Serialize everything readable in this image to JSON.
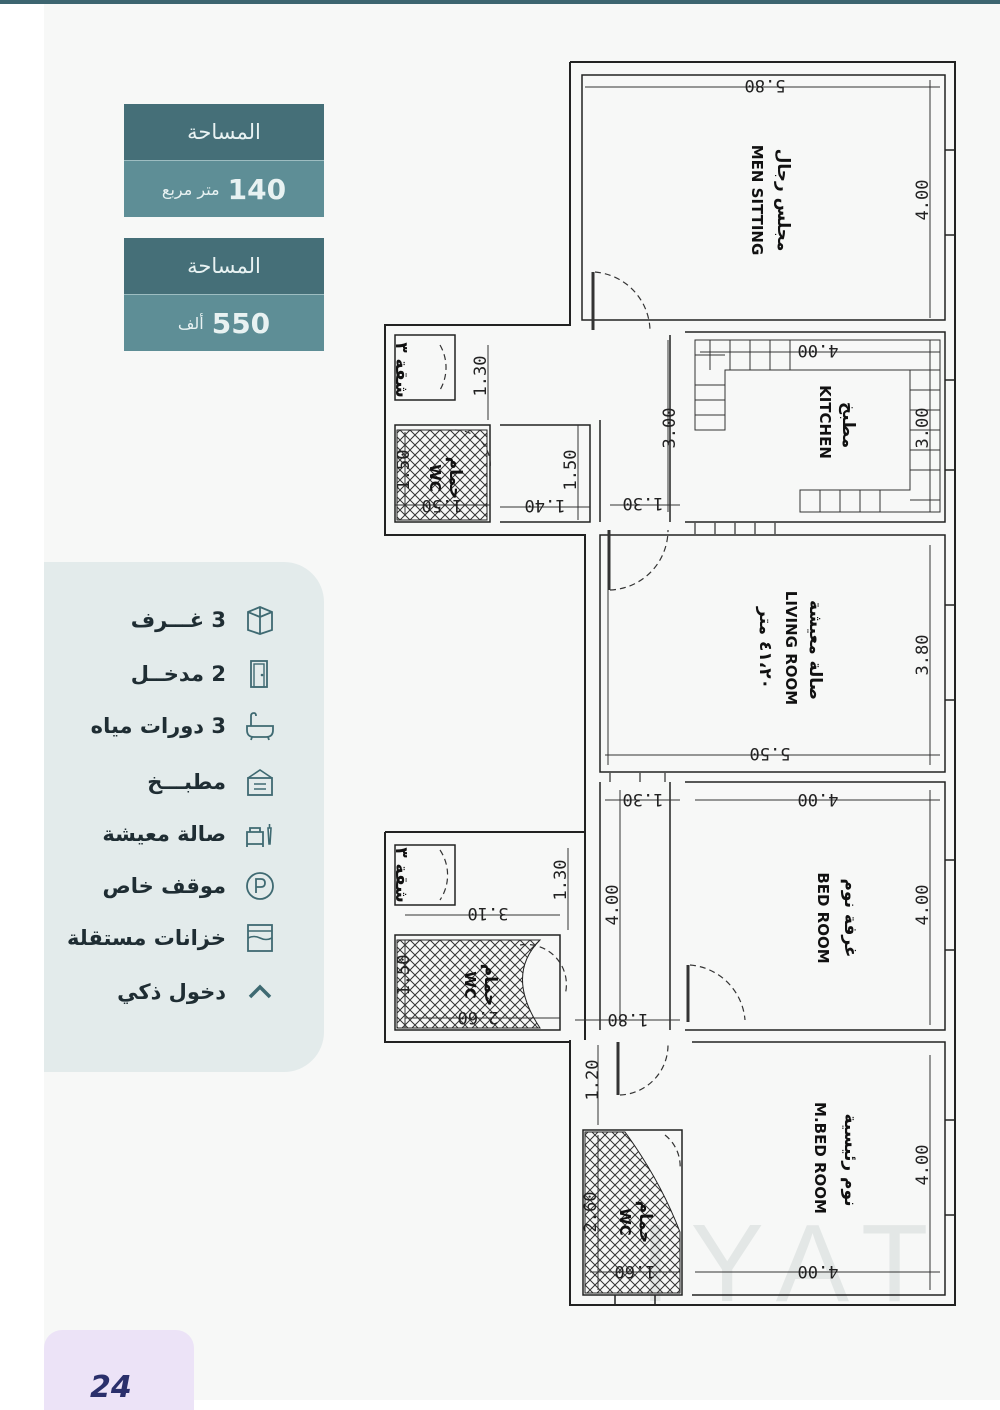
{
  "cards": [
    {
      "label": "المساحة",
      "value": "140",
      "unit": "متر مربع"
    },
    {
      "label": "المساحة",
      "value": "550",
      "unit": "ألف"
    }
  ],
  "features": [
    {
      "text": "3 غـــرف",
      "icon": "room-icon"
    },
    {
      "text": "2 مدخــل",
      "icon": "door-icon"
    },
    {
      "text": "3 دورات مياه",
      "icon": "bathtub-icon"
    },
    {
      "text": "مطبـــخ",
      "icon": "kitchen-icon"
    },
    {
      "text": "صالة معيشة",
      "icon": "sofa-icon"
    },
    {
      "text": "موقف خاص",
      "icon": "parking-icon"
    },
    {
      "text": "خزانات مستقلة",
      "icon": "tank-icon"
    },
    {
      "text": "دخول ذكي",
      "icon": "chevron-up-icon"
    }
  ],
  "plan": {
    "rooms": {
      "men_sitting": {
        "ar": "مجلس رجال",
        "en": "MEN SITTING"
      },
      "kitchen": {
        "ar": "مطبخ",
        "en": "KITCHEN"
      },
      "living": {
        "ar": "صالة معيشة",
        "en": "LIVING ROOM",
        "area": "٤١،٢٠ متر"
      },
      "bed": {
        "ar": "غرفة نوم",
        "en": "BED ROOM"
      },
      "master": {
        "ar": "نوم رئيسية",
        "en": "M.BED ROOM"
      },
      "wc": {
        "ar": "حمام",
        "en": "WC"
      },
      "shaft": "شقة ٣"
    },
    "dims": {
      "d580": "5.80",
      "d400a": "4.00",
      "d400b": "4.00",
      "d300a": "3.00",
      "d300b": "3.00",
      "d380": "3.80",
      "d550": "5.50",
      "d400c": "4.00",
      "d400d": "4.00",
      "d400e": "4.00",
      "d400f": "4.00",
      "d400g": "4.00",
      "d130a": "1.30",
      "d150a": "1.50",
      "d150b": "1.50",
      "d150c": "1.50",
      "d140": "1.40",
      "d130b": "1.30",
      "d130c": "1.30",
      "d130d": "1.30",
      "d310": "3.10",
      "d150d": "1.50",
      "d260a": "2.60",
      "d180": "1.80",
      "d120": "1.20",
      "d260b": "2.60",
      "d160": "1.60"
    }
  },
  "watermark": "IYAT",
  "page_number": "24"
}
